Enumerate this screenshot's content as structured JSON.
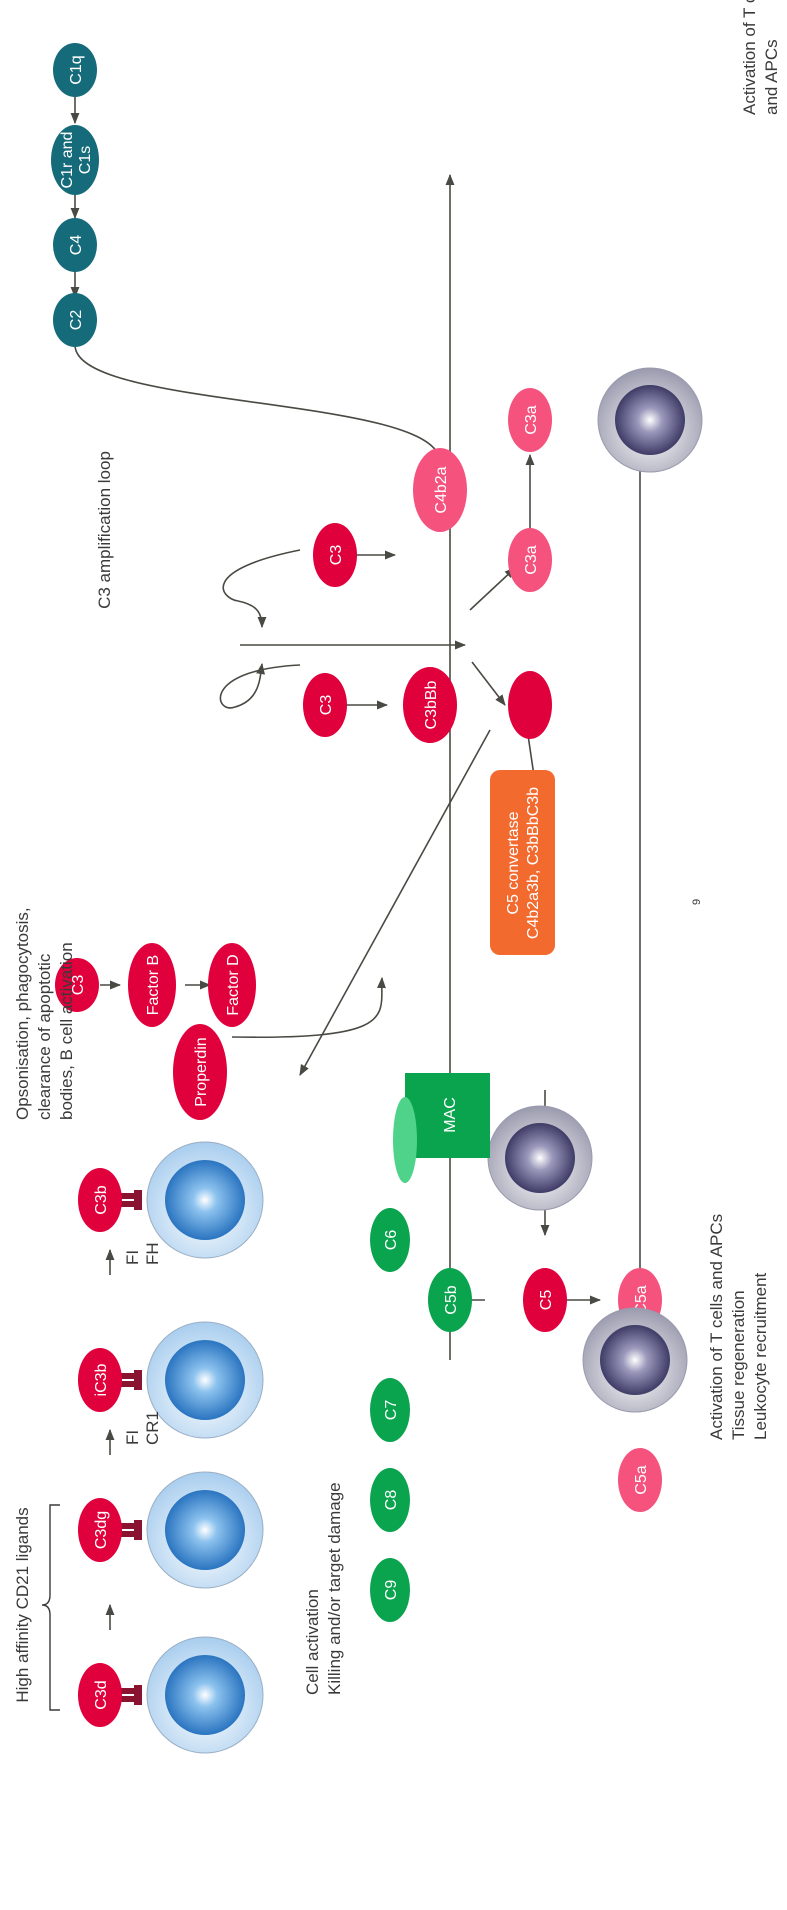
{
  "colors": {
    "teal": "#156b7a",
    "crimson": "#e0003c",
    "pink": "#f5537e",
    "green": "#0aa34e",
    "light_green": "#4fd289",
    "orange": "#f36a2f",
    "blue": "#3d8fd6",
    "dark_cell": "#52507a",
    "connector": "#8a1430",
    "arrow": "#4a4a44"
  },
  "classical": {
    "c1q": "C1q",
    "c1r_c1s_line1": "C1r and",
    "c1r_c1s_line2": "C1s",
    "c4": "C4",
    "c2": "C2"
  },
  "c3_section": {
    "amplification_loop": "C3 amplification loop",
    "c3_left": "C3",
    "c4b2a": "C4b2a",
    "c3_right": "C3",
    "c3bbb": "C3bBb",
    "c3a": "C3a",
    "c3a_bottom": "C3a"
  },
  "alternative": {
    "c3": "C3",
    "factor_b": "Factor B",
    "factor_d": "Factor D",
    "properdin": "Properdin"
  },
  "opsonisation": {
    "line1": "Opsonisation, phagocytosis,",
    "line2": "clearance of apoptotic",
    "line3": "bodies, B cell activation",
    "c3b": "C3b",
    "ic3b": "iC3b",
    "c3dg": "C3dg",
    "c3d": "C3d",
    "fi_1": "FI",
    "fh": "FH",
    "fi_2": "FI",
    "cr1": "CR1",
    "high_affinity": "High affinity CD21 ligands"
  },
  "c5_section": {
    "convertase_line1": "C5 convertase",
    "convertase_line2": "C4b2a3b, C3bBbC3b",
    "c5": "C5",
    "c5b": "C5b",
    "c5a": "C5a",
    "c5a_cell": "C5a",
    "c6": "C6",
    "c7": "C7",
    "c8": "C8",
    "c9": "C9",
    "mac": "MAC"
  },
  "annotations": {
    "cell_activation": "Cell activation",
    "killing": "Killing and/or target damage",
    "tcells_line1": "Activation of T cells and APCs",
    "tcells_line2": "Tissue regeneration",
    "tcells_line3": "Leukocyte recruitment",
    "bottom_line1": "Activation of T cells",
    "bottom_line2": "and APCs",
    "page_number": "9"
  }
}
